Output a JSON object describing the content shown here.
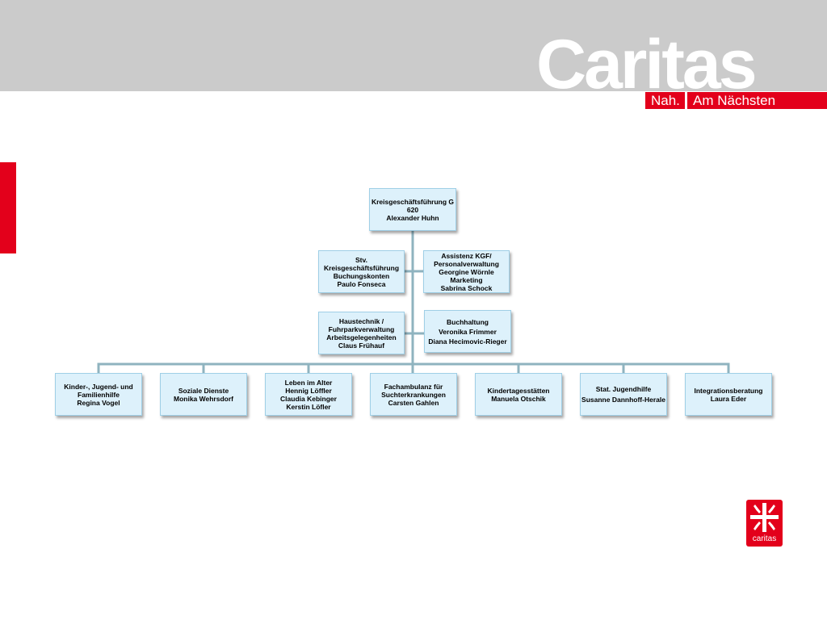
{
  "header": {
    "brand": "Caritas",
    "tagline_left": "Nah.",
    "tagline_right": "Am Nächsten"
  },
  "colors": {
    "brand_red": "#e3001b",
    "header_gray": "#cbcbcb",
    "box_fill": "#ddf1fb",
    "connector": "#8fb3bf"
  },
  "org": {
    "top": {
      "line1": "Kreisgeschäftsführung G",
      "line2": "620",
      "line3": "Alexander Huhn"
    },
    "deputy": {
      "line1": "Stv.",
      "line2": "Kreisgeschäftsführung",
      "line3": "Buchungskonten",
      "line4": "Paulo Fonseca"
    },
    "assistant": {
      "line1": "Assistenz  KGF/",
      "line2": "Personalverwaltung",
      "line3": "Georgine Wörnle",
      "line4": "Marketing",
      "line5": "Sabrina Schock"
    },
    "facility": {
      "line1": "Haustechnik /",
      "line2": "Fuhrparkverwaltung",
      "line3": "Arbeitsgelegenheiten",
      "line4": "Claus Frühauf"
    },
    "accounting": {
      "line1": "Buchhaltung",
      "line2": "Veronika Frimmer",
      "line3": "Diana Hecimovic-Rieger"
    },
    "departments": [
      {
        "line1": "Kinder-, Jugend- und",
        "line2": "Familienhilfe",
        "line3": "Regina Vogel"
      },
      {
        "line1": "Soziale Dienste",
        "line2": "Monika Wehrsdorf"
      },
      {
        "line1": "Leben im Alter",
        "line2": "Hennig Löffler",
        "line3": "Claudia Kebinger",
        "line4": "Kerstin Löfler"
      },
      {
        "line1": "Fachambulanz für",
        "line2": "Suchterkrankungen",
        "line3": "Carsten Gahlen"
      },
      {
        "line1": "Kindertagesstätten",
        "line2": "Manuela Otschik"
      },
      {
        "line1": "Stat. Jugendhilfe",
        "line2": "Susanne Dannhoff-Herale"
      },
      {
        "line1": "Integrationsberatung",
        "line2": "Laura Eder"
      }
    ]
  },
  "logo": {
    "word": "caritas",
    "icon": "caritas-flame-cross-icon"
  }
}
